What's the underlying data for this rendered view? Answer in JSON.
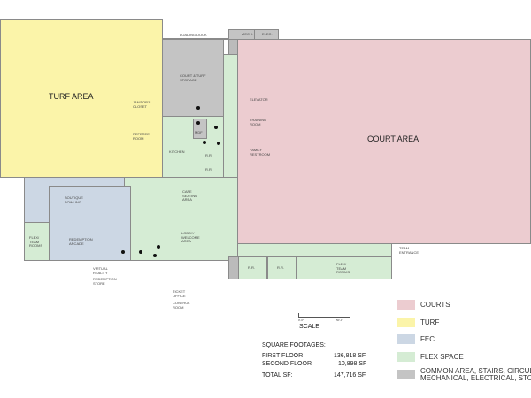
{
  "areas": {
    "turf": "TURF AREA",
    "court": "COURT AREA"
  },
  "rooms": {
    "loading_dock": "LOADING DOCK",
    "mech": "MECH.",
    "elec": "ELEC.",
    "storage": "COURT & TURF\nSTORAGE",
    "janitor": "JANITOR'S\nCLOSET",
    "referee": "REFEREE\nROOM",
    "mdf": "MDF",
    "kitchen": "KITCHEN",
    "rr1": "R.R.",
    "rr2": "R.R.",
    "rr3": "R.R.",
    "elevator": "ELEVATOR",
    "training": "TRAINING\nROOM",
    "family": "FAMILY\nRESTROOM",
    "cafe": "CAFE\nSEATING\nAREA",
    "lobby": "LOBBY/\nWELCOME\nAREA",
    "bowling": "BOUTIQUE\nBOWLING",
    "arcade": "REDEMPTION\nARCADE",
    "flex1": "FLEX/\nTEAM\nROOMS",
    "flex2": "FLEX/\nTEAM\nROOMS",
    "vr": "VIRTUAL\nREALITY",
    "store": "REDEMPTION\nSTORE",
    "ticket": "TICKET\nOFFICE",
    "control": "CONTROL\nROOM",
    "team_entrance": "TEAM\nENTRANCE"
  },
  "scale": {
    "label": "SCALE",
    "start": "0'-0\"",
    "end": "50'-0\""
  },
  "colors": {
    "courts": "#ecccd0",
    "turf": "#fbf4a9",
    "fec": "#ccd7e4",
    "flex": "#d5ecd4",
    "common": "#c4c4c4"
  },
  "legend": [
    {
      "label": "COURTS"
    },
    {
      "label": "TURF"
    },
    {
      "label": "FEC"
    },
    {
      "label": "FLEX SPACE"
    },
    {
      "label": "COMMON AREA, STAIRS, CIRCULATION,\nMECHANICAL, ELECTRICAL, STORAGE"
    }
  ],
  "footage": {
    "title": "SQUARE FOOTAGES:",
    "rows": [
      {
        "label": "FIRST FLOOR",
        "value": "136,818 SF"
      },
      {
        "label": "SECOND FLOOR",
        "value": "10,898 SF"
      }
    ],
    "total_label": "TOTAL SF:",
    "total_value": "147,716 SF"
  }
}
